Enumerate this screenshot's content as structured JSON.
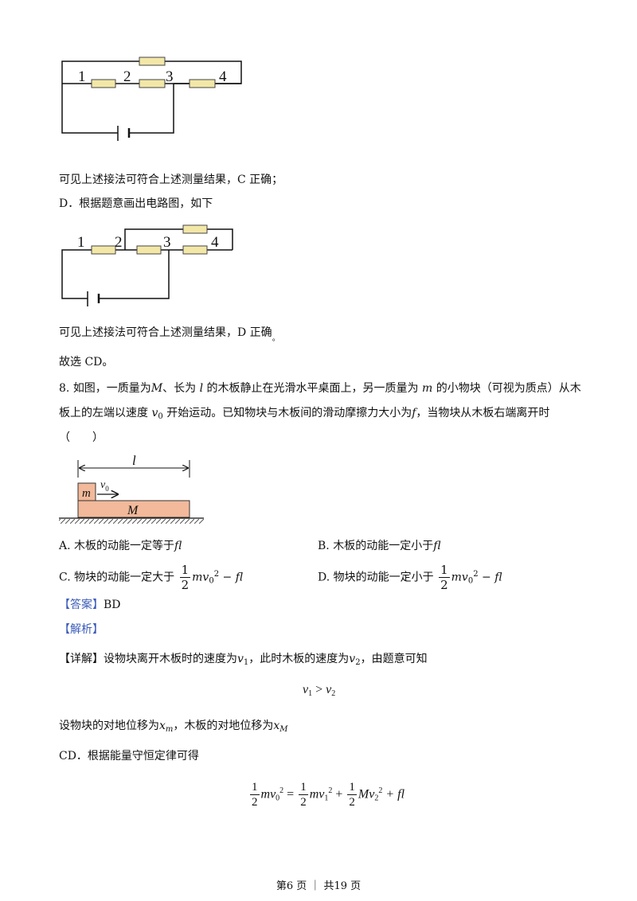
{
  "circuit1": {
    "labels": [
      "1",
      "2",
      "3",
      "4"
    ]
  },
  "line_c": "可见上述接法可符合上述测量结果，C 正确；",
  "line_d": "D．根据题意画出电路图，如下",
  "circuit2": {
    "labels": [
      "1",
      "2",
      "3",
      "4"
    ]
  },
  "line_d_conclusion": "可见上述接法可符合上述测量结果，D 正确",
  "line_d_end": "。",
  "final_choice": "故选 CD。",
  "question": {
    "number": "8.",
    "line1_a": "如图，一质量为",
    "M": "M",
    "line1_b": "、长为",
    "l": "l",
    "line1_c": "的木板静止在光滑水平桌面上，另一质量为",
    "m": "m",
    "line1_d": "的小物块（可视为质点）从木",
    "line2_a": "板上的左端以速度",
    "v": "v",
    "v_sub": "0",
    "line2_b": "开始运动。已知物块与木板间的滑动摩擦力大小为",
    "f": "f",
    "line2_c": "，当物块从木板右端离开时",
    "paren": "（　　）"
  },
  "figure": {
    "l_label": "l",
    "m_label": "m",
    "M_label": "M",
    "v_label": "v",
    "v_sub": "0"
  },
  "options": {
    "A": {
      "label": "A.",
      "text": "木板的动能一定等于",
      "expr": "fl"
    },
    "B": {
      "label": "B.",
      "text": "木板的动能一定小于",
      "expr": "fl"
    },
    "C": {
      "label": "C.",
      "text": "物块的动能一定大于",
      "expr_tail": "− fl"
    },
    "D": {
      "label": "D.",
      "text": "物块的动能一定小于",
      "expr_tail": "− fl"
    }
  },
  "answer": {
    "tag": "【答案】",
    "value": "BD"
  },
  "analysis": {
    "tag": "【解析】"
  },
  "detail": {
    "tag": "【详解】",
    "text_a": "设物块离开木板时的速度为",
    "text_b": "，此时木板的速度为",
    "text_c": "，由题意可知"
  },
  "ineq": {
    "lhs": "v",
    "lhs_sub": "1",
    "op": ">",
    "rhs": "v",
    "rhs_sub": "2"
  },
  "disp": {
    "text_a": "设物块的对地位移为",
    "xm": "x",
    "xm_sub": "m",
    "text_b": "，木板的对地位移为",
    "xM": "x",
    "xM_sub": "M"
  },
  "cd_line": "CD．根据能量守恒定律可得",
  "energy_eq": {
    "one": "1",
    "two": "2",
    "tail": "+ fl"
  },
  "footer": "第6 页 ｜ 共19 页"
}
